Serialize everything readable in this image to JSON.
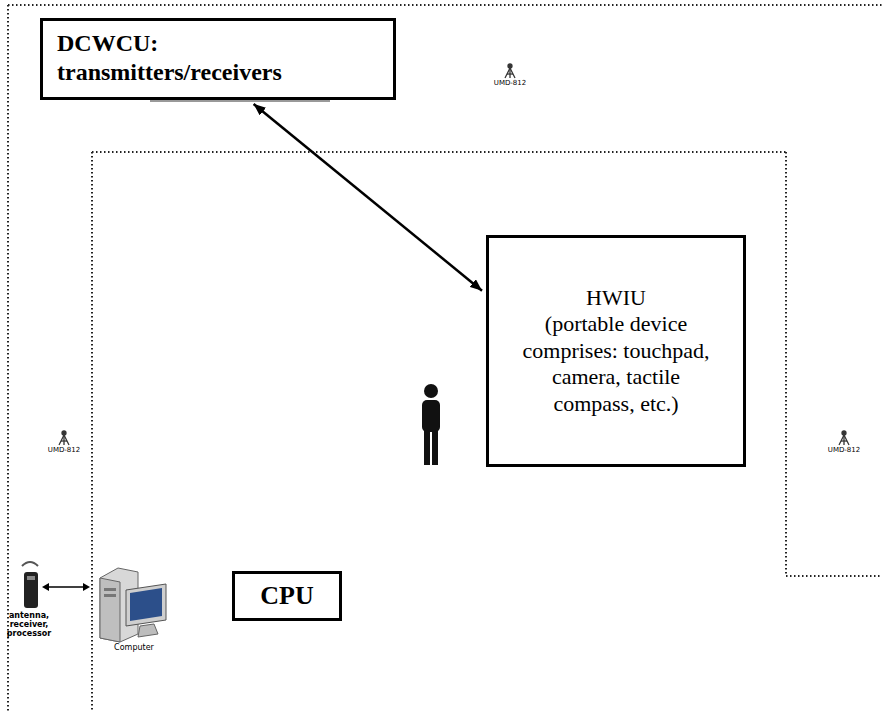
{
  "diagram": {
    "nodes": [
      {
        "text": [
          "DCWCU: transmitters/receivers"
        ]
      },
      {
        "text": [
          "HWIU",
          "(portable device comprises: touchpad, camera, tactile compass, etc.)"
        ]
      },
      {
        "text": [
          "CPU"
        ]
      }
    ],
    "edges": [
      {
        "from": 0,
        "to": 1,
        "arrow": "both"
      }
    ],
    "labels": [
      "UMD-812",
      "UMD-812",
      "UMD-812",
      "antenna, receiver, processor",
      "Computer"
    ]
  }
}
